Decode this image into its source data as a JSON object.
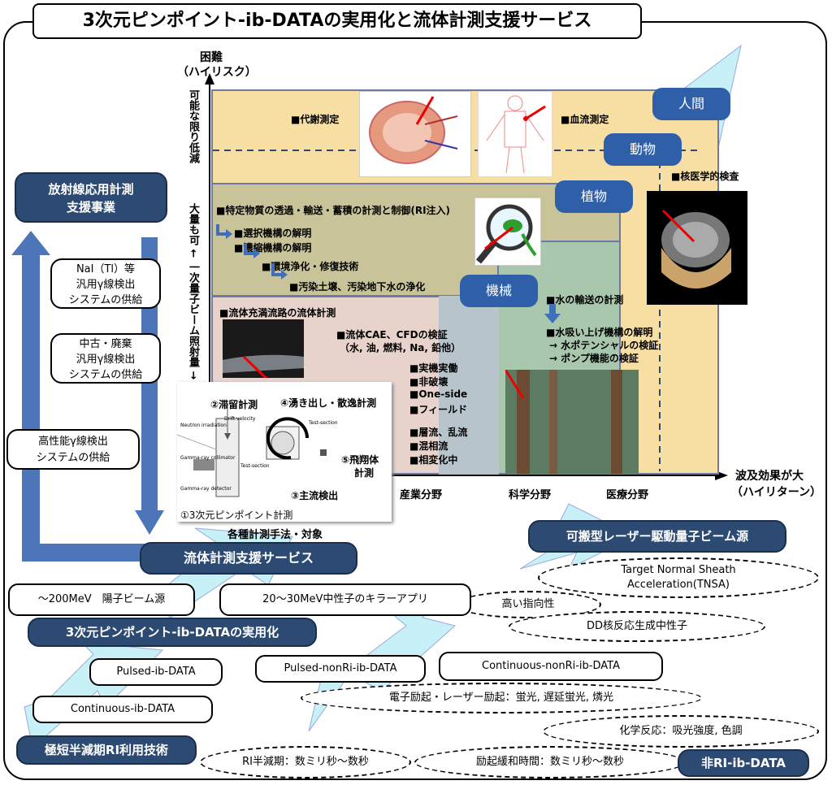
{
  "title": "3次元ピンポイント-ib-DATAの実用化と流体計測支援サービス",
  "y_axis": {
    "label1": "困難",
    "label2": "（ハイリスク）",
    "vertical_top": "可能な限り低減",
    "vertical_mid": "大量も可 ← 一次量子ビーム照射量 →"
  },
  "x_axis": {
    "label1": "波及効果が大",
    "label2": "（ハイリターン）",
    "cat1": "産業分野",
    "cat2": "科学分野",
    "cat3": "医療分野"
  },
  "categories": {
    "human": "人間",
    "animal": "動物",
    "plant": "植物",
    "machine": "機械"
  },
  "top_region": {
    "metab": "■代謝測定",
    "blood": "■血流測定",
    "nuclear": "■核医学的検査"
  },
  "plant_region": {
    "l1": "■特定物質の透過・輸送・蓄積の計測と制御(RI注入)",
    "l2": "■選択機構の解明",
    "l3": "■濃縮機構の解明",
    "l4": "■環境浄化・修復技術",
    "l5": "■汚染土壌、汚染地下水の浄化"
  },
  "machine_region": {
    "flow": "■流体充満流路の流体計測",
    "cfd1": "■流体CAE、CFDの検証",
    "cfd2": "（水, 油, 燃料, Na, 鉛他）",
    "c1": "■実機実働",
    "c2": "■非破壊",
    "c3": "■One-side",
    "c4": "■フィールド",
    "c5": "■層流、乱流",
    "c6": "■混相流",
    "c7": "■相変化中"
  },
  "water": {
    "w1": "■水の輸送の計測",
    "w2": "■水吸い上げ機構の解明",
    "w3": "→ 水ポテンシャルの検証",
    "w4": "→ ポンプ機能の検証"
  },
  "method": {
    "m2": "②滞留計測",
    "m4": "④湧き出し・散逸計測",
    "m5a": "⑤飛翔体",
    "m5b": "計測",
    "m3": "③主流検出",
    "m1": "①3次元ピンポイント計測",
    "caption": "各種計測手法・対象",
    "diagram_labels": {
      "drift": "Drift velocity",
      "neutron": "Neutron irradiation",
      "collimator": "Gamma-ray collimator",
      "detector": "Gamma-ray detector",
      "test": "Test-section",
      "test2": "Test-section"
    }
  },
  "left": {
    "rad": [
      "放射線応用計測",
      "支援事業"
    ],
    "nai": [
      "NaI（Tl）等",
      "汎用γ線検出",
      "システムの供給"
    ],
    "used": [
      "中古・廃棄",
      "汎用γ線検出",
      "システムの供給"
    ],
    "hp": [
      "高性能γ線検出",
      "システムの供給"
    ]
  },
  "bottom": {
    "flow_service": "流体計測支援サービス",
    "laser": "可搬型レーザー駆動量子ビーム源",
    "tnsa1": "Target Normal Sheath",
    "tnsa2": "Acceleration(TNSA)",
    "proton": "～200MeV　陽子ビーム源",
    "neutron": "20～30MeV中性子のキラーアプリ",
    "direct": "高い指向性",
    "dd": "DD核反応生成中性子",
    "pinpoint": "3次元ピンポイント-ib-DATAの実用化",
    "pulsed": "Pulsed-ib-DATA",
    "pulsed_nonri": "Pulsed-nonRi-ib-DATA",
    "cont_nonri": "Continuous-nonRi-ib-DATA",
    "electron": "電子励起・レーザー励起：蛍光, 遅延蛍光, 燐光",
    "cont": "Continuous-ib-DATA",
    "chem": "化学反応：吸光強度, 色調",
    "short": "極短半減期RI利用技術",
    "half": "RI半減期：数ミリ秒～数秒",
    "relax": "励起緩和時間：数ミリ秒～数秒",
    "nonri": "非RI-ib-DATA"
  },
  "colors": {
    "navy": "#2c4a72",
    "catblue": "#2f5fa8",
    "tan": "#f7dfa4",
    "olive": "#c9c39a",
    "greenish": "#a9c7ad",
    "pink": "#e8d2cc",
    "grayblue": "#b8c4cc",
    "arrowblue": "#3f6fb8",
    "cyan": "#c7f0f7"
  }
}
